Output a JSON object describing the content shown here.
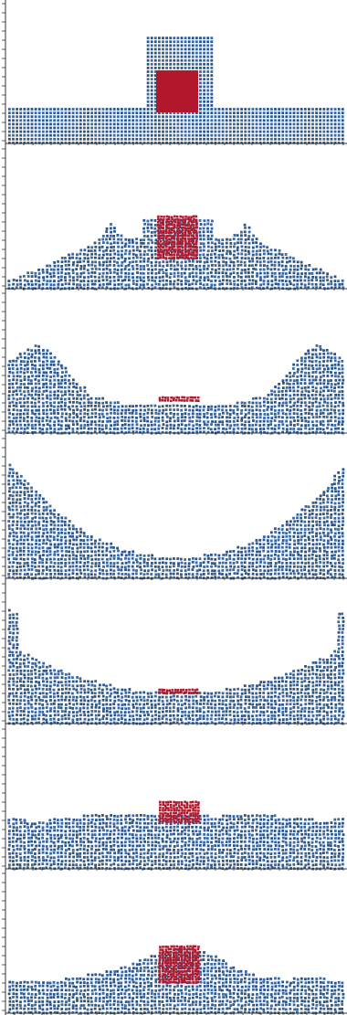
{
  "figure": {
    "panel_count": 7,
    "colors": {
      "fluid": "#3a67a1",
      "fluid_dark": "#2b5487",
      "body": "#b2182b",
      "axis": "#333333",
      "background": "#ffffff"
    },
    "panels": [
      {
        "id": "frame-1",
        "state": "initial-block-at-rest"
      },
      {
        "id": "frame-2",
        "state": "block-sinking-splash"
      },
      {
        "id": "frame-3",
        "state": "crater-block-submerged"
      },
      {
        "id": "frame-4",
        "state": "max-crater-block-hidden"
      },
      {
        "id": "frame-5",
        "state": "refilling-block-visible"
      },
      {
        "id": "frame-6",
        "state": "block-resurfacing"
      },
      {
        "id": "frame-7",
        "state": "block-floating-mound"
      }
    ]
  }
}
